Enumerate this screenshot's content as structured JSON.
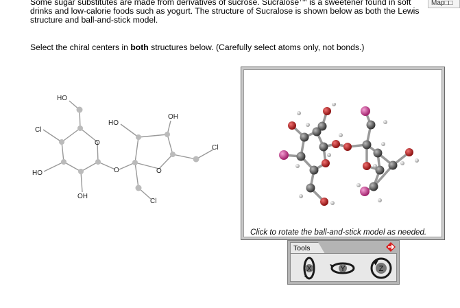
{
  "question": {
    "intro_part1": "Some sugar substitutes are made from derivatives of sucrose. Sucralose",
    "intro_tm": "TM",
    "intro_part2": " is a sweetener found in soft drinks and low-calorie foods such as yogurt. The structure of Sucralose is shown below as both the Lewis structure and ball-and-stick model.",
    "instruction_pre": "Select the chiral centers in ",
    "instruction_bold": "both",
    "instruction_post": " structures below. (Carefully select atoms only, not bonds.)"
  },
  "map_button": {
    "label": "Map"
  },
  "lewis_labels": {
    "ho_top": "HO",
    "cl_left": "Cl",
    "ho_left": "HO",
    "oh_bottom": "OH",
    "o_ring1": "O",
    "o_bridge": "O",
    "ho_ring2": "HO",
    "oh_ring2": "OH",
    "o_ring2": "O",
    "cl_right": "Cl",
    "cl_bottom": "Cl"
  },
  "viewer": {
    "caption": "Click to rotate the ball-and-stick model as needed."
  },
  "tools": {
    "tab_label": "Tools",
    "rotate_x": "X",
    "rotate_y": "Y",
    "rotate_z": "Z"
  },
  "colors": {
    "carbon": "#555555",
    "oxygen": "#c82020",
    "chlorine": "#d0409a",
    "hydrogen": "#e0e0e0",
    "lewis_atom_dot": "#bbbbbb"
  }
}
